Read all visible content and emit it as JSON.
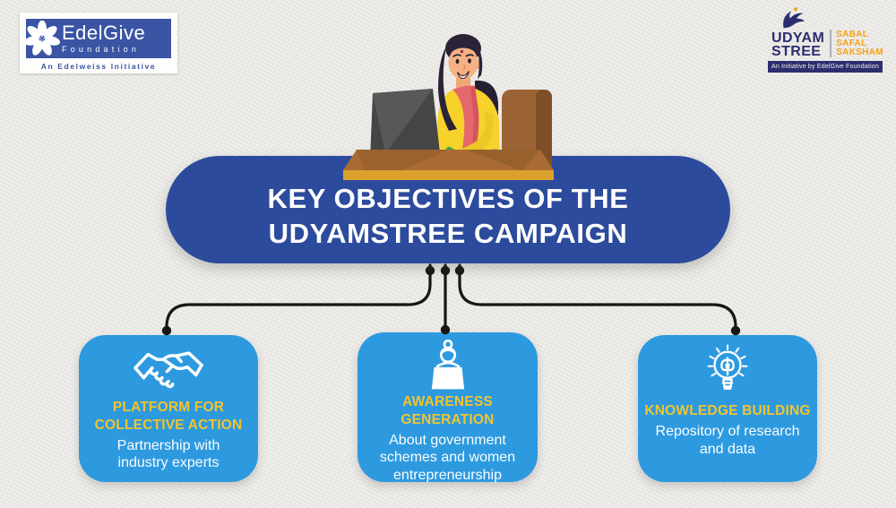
{
  "header": {
    "edelgive": {
      "brand": "EdelGive",
      "sub": "Foundation",
      "tagline": "An Edelweiss Initiative"
    },
    "udyamstree": {
      "word1": "UDYAM",
      "word2": "STREE",
      "tag1": "SABAL",
      "tag2": "SAFAL",
      "tag3": "SAKSHAM",
      "banner": "An Initiative by EdelGive Foundation"
    }
  },
  "title": {
    "text": "KEY OBJECTIVES OF THE\nUDYAMSTREE CAMPAIGN"
  },
  "cards": [
    {
      "icon": "handshake-icon",
      "title": "PLATFORM FOR\nCOLLECTIVE ACTION",
      "body": "Partnership with\nindustry experts"
    },
    {
      "icon": "woman-speaker-icon",
      "title": "AWARENESS\nGENERATION",
      "body": "About government\nschemes and women\nentrepreneurship"
    },
    {
      "icon": "lightbulb-icon",
      "title": "KNOWLEDGE BUILDING",
      "body": "Repository of research\nand data"
    }
  ],
  "colors": {
    "background": "#eae8e4",
    "pill_blue": "#2c4b9d",
    "card_blue": "#2d9ae0",
    "accent_yellow": "#f1c42f",
    "logo_navy": "#2b2e6e",
    "logo_gold": "#f0a31c",
    "edelgive_blue": "#3a55a4",
    "connector_black": "#171717"
  }
}
